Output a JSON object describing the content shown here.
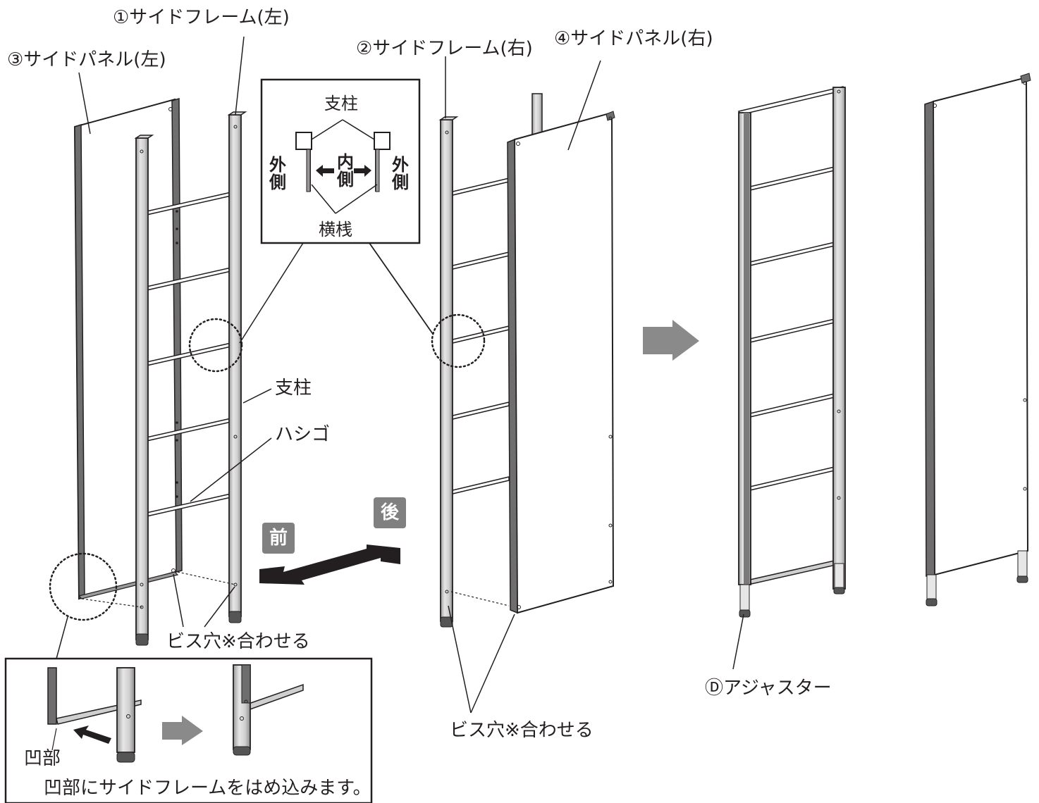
{
  "labels": {
    "frame_left": "①サイドフレーム(左)",
    "panel_left": "③サイドパネル(左)",
    "frame_right": "②サイドフレーム(右)",
    "panel_right": "④サイドパネル(右)",
    "post": "支柱",
    "ladder": "ハシゴ",
    "screw_holes_left": "ビス穴※合わせる",
    "screw_holes_right": "ビス穴※合わせる",
    "adjuster": "Ⓓアジャスター"
  },
  "inset_top": {
    "post": "支柱",
    "outer_left": "外側",
    "inner": "内側",
    "outer_right": "外側",
    "crossbar": "横桟"
  },
  "direction": {
    "back": "後",
    "front": "前"
  },
  "inset_bottom": {
    "recess": "凹部",
    "instruction": "凹部にサイドフレームをはめ込みます。"
  },
  "colors": {
    "ink": "#231f20",
    "frame_gray": "#c8c8c8",
    "edge_dark": "#6e6e6e",
    "arrow_gray": "#8a8a8a",
    "badge_gray": "#808080"
  }
}
